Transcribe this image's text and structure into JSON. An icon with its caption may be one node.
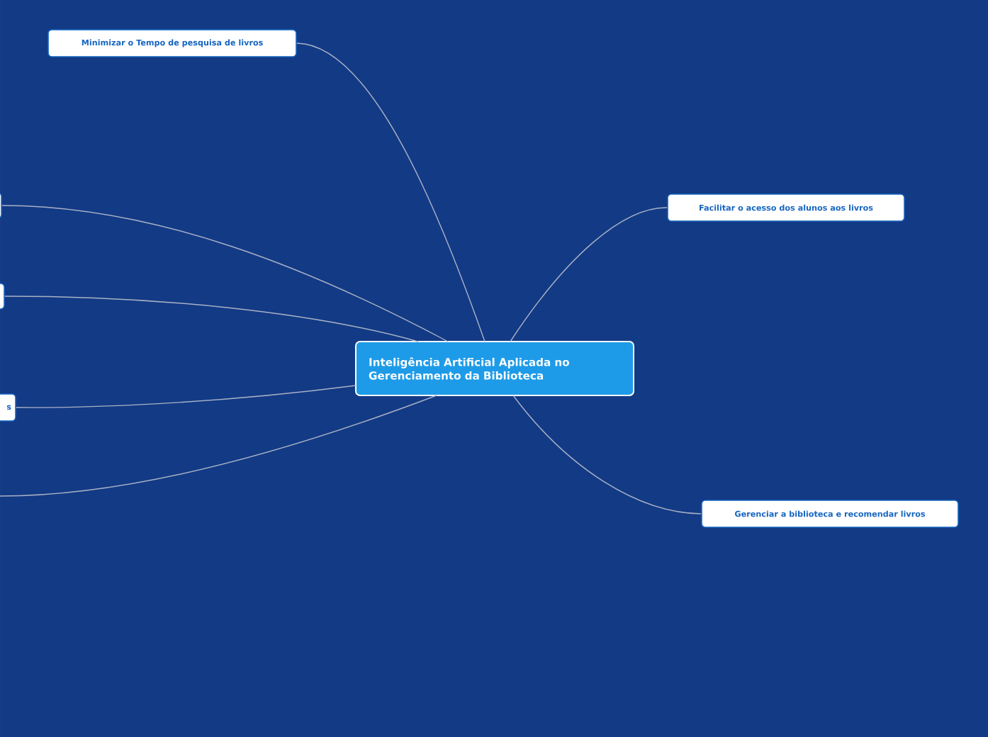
{
  "diagram": {
    "nodes": [
      {
        "text": [
          "Inteligência Artificial Aplicada no Gerenciamento da Biblioteca"
        ]
      },
      {
        "text": [
          "Minimizar o Tempo de pesquisa de livros"
        ]
      },
      {
        "text": [
          "Facilitar o acesso dos alunos aos livros"
        ]
      },
      {
        "text": [
          "Gerenciar a biblioteca e recomendar livros"
        ]
      },
      {
        "text": [],
        "shape": "box"
      },
      {
        "text": [],
        "shape": "box"
      },
      {
        "text": [
          "s"
        ]
      }
    ],
    "edges": [
      {
        "from": 0,
        "to": 1,
        "arrow": "none"
      },
      {
        "from": 0,
        "to": 2,
        "arrow": "none"
      },
      {
        "from": 0,
        "to": 3,
        "arrow": "none"
      },
      {
        "from": 0,
        "to": 4,
        "arrow": "none"
      },
      {
        "from": 0,
        "to": 5,
        "arrow": "none"
      },
      {
        "from": 0,
        "to": 6,
        "arrow": "none"
      },
      {
        "from": 0,
        "to": null,
        "arrow": "none"
      }
    ]
  }
}
